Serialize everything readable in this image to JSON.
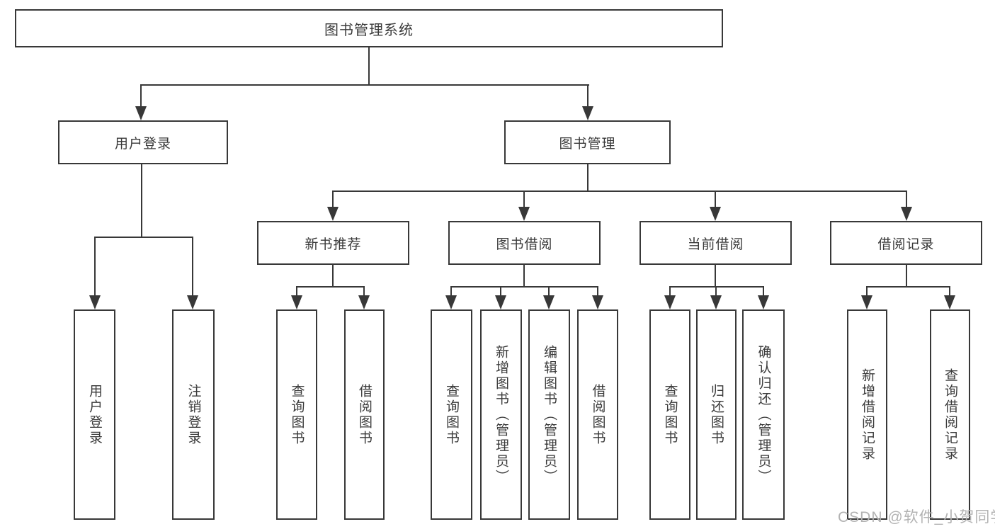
{
  "tree": {
    "root": {
      "label": "图书管理系统"
    },
    "branches": [
      {
        "label": "用户登录",
        "children": [
          {
            "label": "用户登录"
          },
          {
            "label": "注销登录"
          }
        ]
      },
      {
        "label": "图书管理",
        "groups": [
          {
            "label": "新书推荐",
            "children": [
              {
                "label": "查询图书"
              },
              {
                "label": "借阅图书"
              }
            ]
          },
          {
            "label": "图书借阅",
            "children": [
              {
                "label": "查询图书"
              },
              {
                "label": "新增图书（管理员）"
              },
              {
                "label": "编辑图书（管理员）"
              },
              {
                "label": "借阅图书"
              }
            ]
          },
          {
            "label": "当前借阅",
            "children": [
              {
                "label": "查询图书"
              },
              {
                "label": "归还图书"
              },
              {
                "label": "确认归还（管理员）"
              }
            ]
          },
          {
            "label": "借阅记录",
            "children": [
              {
                "label": "新增借阅记录"
              },
              {
                "label": "查询借阅记录"
              }
            ]
          }
        ]
      }
    ]
  },
  "watermark": {
    "text": "CSDN @软件_小贺同学"
  },
  "colors": {
    "line": "#383838",
    "box_border": "#383838",
    "box_background": "#ffffff",
    "text": "#3a3a3a",
    "watermark": "#b3b3b3",
    "background": "#ffffff"
  }
}
